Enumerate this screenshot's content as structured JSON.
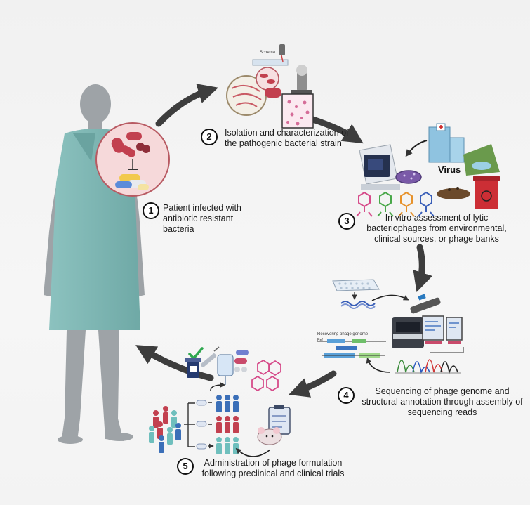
{
  "steps": [
    {
      "number": "1",
      "text": "Patient infected with antibiotic resistant bacteria"
    },
    {
      "number": "2",
      "text": "Isolation and characterization of the pathogenic bacterial strain"
    },
    {
      "number": "3",
      "text": "In vitro assessment of lytic bacteriophages from environmental, clinical sources, or phage banks"
    },
    {
      "number": "4",
      "text": "Sequencing of phage genome and structural annotation through assembly of sequencing reads"
    },
    {
      "number": "5",
      "text": "Administration of phage formulation following preclinical and clinical trials"
    }
  ],
  "labels": {
    "virus": "Virus",
    "schema": "Schema",
    "recovering_phage_genome": "Recovering phage genome",
    "ref": "Ref"
  },
  "colors": {
    "arrow": "#3d3d3d",
    "person": "#9aa0a4",
    "gown": "#7fb7b4",
    "infection_circle": "#f6d9da",
    "bacteria": "#c2404f",
    "phage_colors": [
      "#d64b8a",
      "#4aa84a",
      "#e7922b",
      "#3a5fb8"
    ]
  }
}
